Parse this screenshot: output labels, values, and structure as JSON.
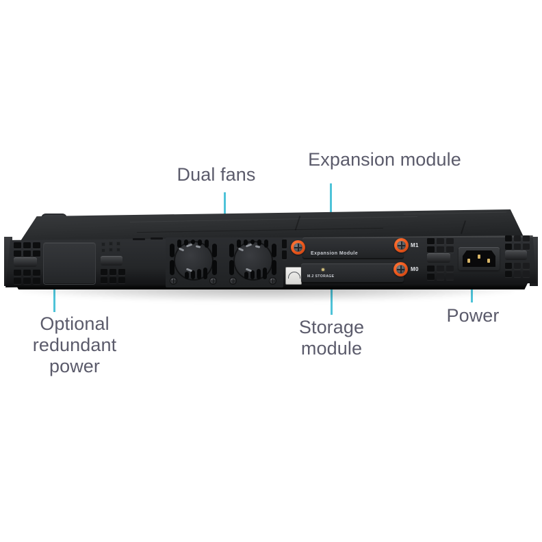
{
  "page": {
    "subject": "SonicWall 1U rack appliance rear panel",
    "background_color": "#ffffff",
    "accent_color": "#4ec3d8",
    "label_color": "#5b5b6b",
    "thumbscrew_color": "#ef5a1e"
  },
  "callouts": [
    {
      "id": "dual-fans",
      "label": "Dual fans"
    },
    {
      "id": "expansion-module",
      "label": "Expansion module"
    },
    {
      "id": "optional-redundant-power",
      "label": "Optional\nredundant\npower"
    },
    {
      "id": "storage-module",
      "label": "Storage\nmodule"
    },
    {
      "id": "power",
      "label": "Power"
    }
  ],
  "device": {
    "modules": {
      "expansion": {
        "silkscreen": "Expansion Module",
        "slot_label": "M1"
      },
      "storage": {
        "silkscreen": "M.2 STORAGE",
        "slot_label": "M0"
      }
    }
  }
}
